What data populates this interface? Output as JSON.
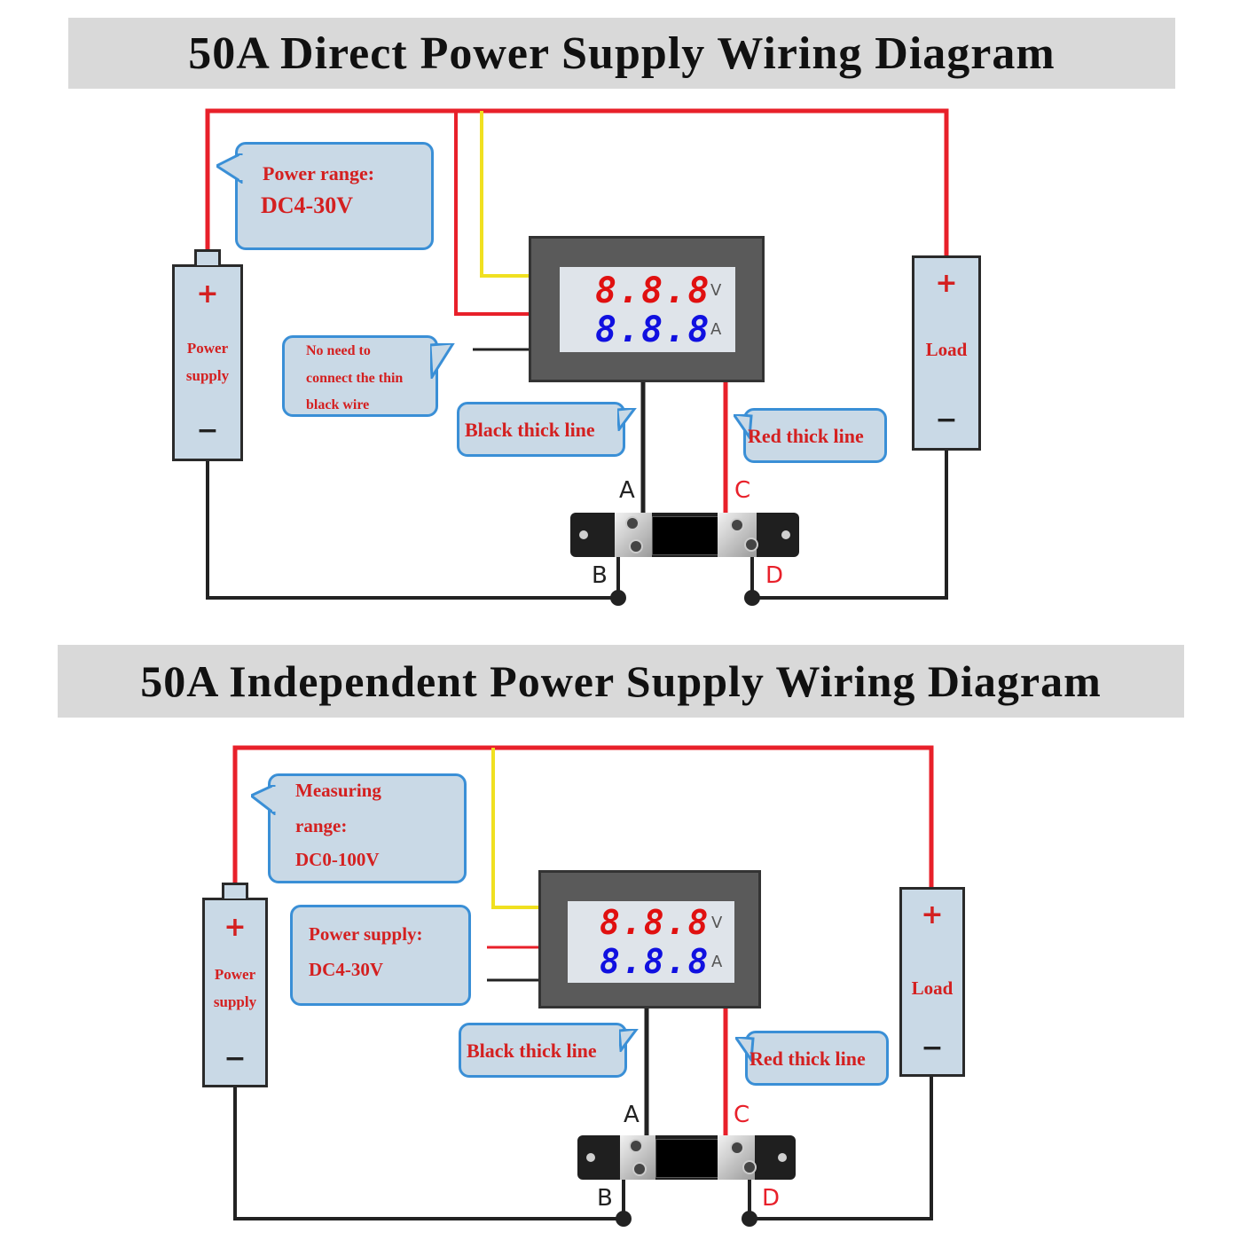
{
  "diagram1": {
    "title": "50A  Direct Power Supply Wiring Diagram",
    "power_supply": {
      "plus": "+",
      "label_line1": "Power",
      "label_line2": "supply",
      "minus": "−"
    },
    "load": {
      "plus": "+",
      "label": "Load",
      "minus": "−"
    },
    "callout_range": {
      "line1": "Power range:",
      "line2": "DC4-30V"
    },
    "callout_thin": {
      "line1": "No need to",
      "line2": "connect the thin",
      "line3": "black wire"
    },
    "callout_black": "Black thick line",
    "callout_red": "Red thick line",
    "meter": {
      "top_digits": "8.8.8",
      "top_unit": "V",
      "bottom_digits": "8.8.8",
      "bottom_unit": "A"
    },
    "terminals": {
      "a": "A",
      "b": "B",
      "c": "C",
      "d": "D"
    }
  },
  "diagram2": {
    "title": "50A  Independent Power Supply Wiring Diagram",
    "power_supply": {
      "plus": "+",
      "label_line1": "Power",
      "label_line2": "supply",
      "minus": "−"
    },
    "load": {
      "plus": "+",
      "label": "Load",
      "minus": "−"
    },
    "callout_range": {
      "line1": "Measuring",
      "line2": "range:",
      "line3": "DC0-100V"
    },
    "callout_supply": {
      "line1": "Power supply:",
      "line2": "DC4-30V"
    },
    "callout_black": "Black thick line",
    "callout_red": "Red thick line",
    "meter": {
      "top_digits": "8.8.8",
      "top_unit": "V",
      "bottom_digits": "8.8.8",
      "bottom_unit": "A"
    },
    "terminals": {
      "a": "A",
      "b": "B",
      "c": "C",
      "d": "D"
    }
  },
  "colors": {
    "red_wire": "#e8202a",
    "yellow_wire": "#f0e020",
    "black_wire": "#222222",
    "callout_fill": "#c9d9e6",
    "callout_border": "#3a8fd6",
    "text_red": "#d42020",
    "digit_red": "#e01010",
    "digit_blue": "#1010e0",
    "title_bg": "#d9d9d9"
  }
}
